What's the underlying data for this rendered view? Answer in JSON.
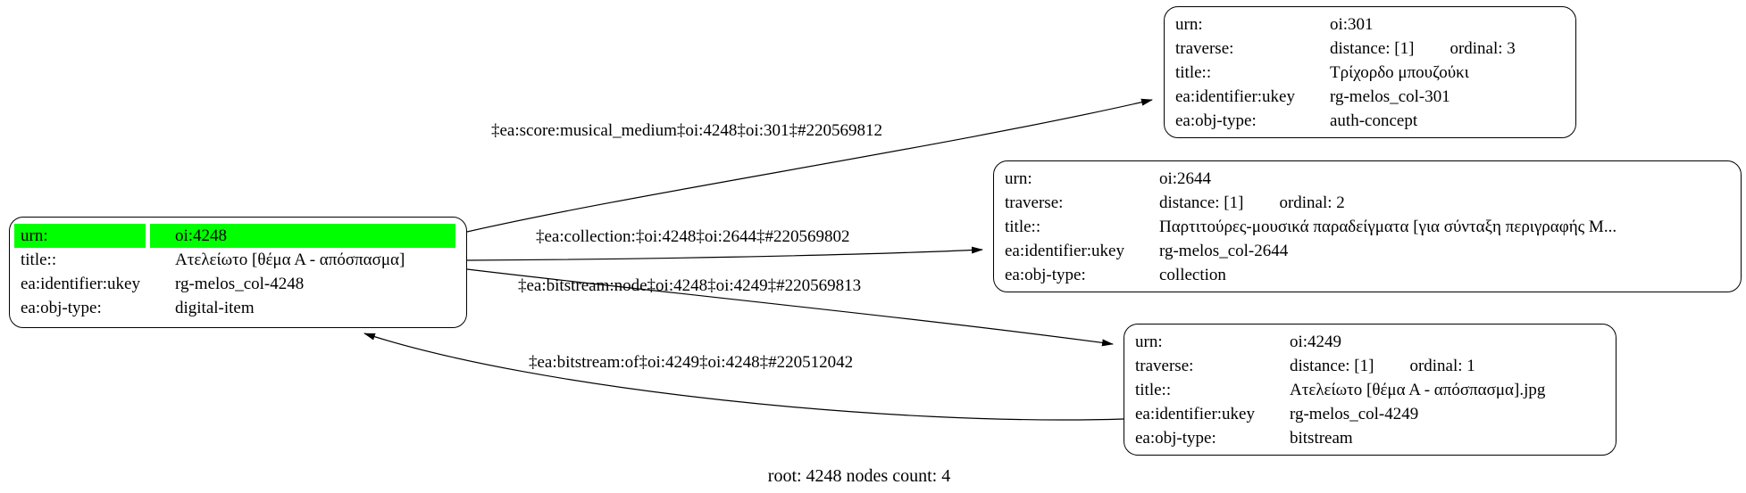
{
  "nodes": {
    "root": {
      "urn_label": "urn:",
      "urn_value": "oi:4248",
      "title_label": "title::",
      "title_value": "Ατελείωτο [θέμα Α - απόσπασμα]",
      "ukey_label": "ea:identifier:ukey",
      "ukey_value": "rg-melos_col-4248",
      "objtype_label": "ea:obj-type:",
      "objtype_value": "digital-item",
      "highlight_color": "#00ff00"
    },
    "concept301": {
      "urn_label": "urn:",
      "urn_value": "oi:301",
      "traverse_label": "traverse:",
      "traverse_distance": "distance: [1]",
      "traverse_ordinal": "ordinal: 3",
      "title_label": "title::",
      "title_value": "Τρίχορδο μπουζούκι",
      "ukey_label": "ea:identifier:ukey",
      "ukey_value": "rg-melos_col-301",
      "objtype_label": "ea:obj-type:",
      "objtype_value": "auth-concept"
    },
    "collection2644": {
      "urn_label": "urn:",
      "urn_value": "oi:2644",
      "traverse_label": "traverse:",
      "traverse_distance": "distance: [1]",
      "traverse_ordinal": "ordinal: 2",
      "title_label": "title::",
      "title_value": "Παρτιτούρες-μουσικά παραδείγματα [για σύνταξη περιγραφής Μ...",
      "ukey_label": "ea:identifier:ukey",
      "ukey_value": "rg-melos_col-2644",
      "objtype_label": "ea:obj-type:",
      "objtype_value": "collection"
    },
    "bitstream4249": {
      "urn_label": "urn:",
      "urn_value": "oi:4249",
      "traverse_label": "traverse:",
      "traverse_distance": "distance: [1]",
      "traverse_ordinal": "ordinal: 1",
      "title_label": "title::",
      "title_value": "Ατελείωτο [θέμα Α - απόσπασμα].jpg",
      "ukey_label": "ea:identifier:ukey",
      "ukey_value": "rg-melos_col-4249",
      "objtype_label": "ea:obj-type:",
      "objtype_value": "bitstream"
    }
  },
  "edges": {
    "score": {
      "label": "‡ea:score:musical_medium‡oi:4248‡oi:301‡#220569812"
    },
    "collection": {
      "label": "‡ea:collection:‡oi:4248‡oi:2644‡#220569802"
    },
    "bitstream_node": {
      "label": "‡ea:bitstream:node‡oi:4248‡oi:4249‡#220569813"
    },
    "bitstream_of": {
      "label": "‡ea:bitstream:of‡oi:4249‡oi:4248‡#220512042"
    }
  },
  "footer": {
    "root_summary": "root: 4248 nodes count: 4"
  }
}
